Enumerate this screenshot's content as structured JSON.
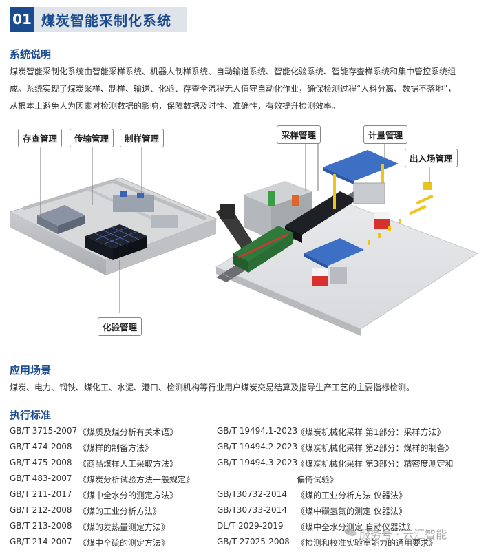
{
  "header": {
    "number": "01",
    "title": "煤炭智能采制化系统"
  },
  "sections": {
    "description": {
      "heading": "系统说明",
      "lines": [
        "煤炭智能采制化系统由智能采样系统、机器人制样系统、自动输送系统、智能化验系统、智能存查样系统和集中管控系统组",
        "成。系统实现了煤炭采样、制样、输送、化验、存查全流程无人值守自动化作业，确保检测过程“人料分离、数据不落地”，",
        "从根本上避免人为因素对检测数据的影响，保障数据及时性、准确性，有效提升检测效率。"
      ]
    },
    "application": {
      "heading": "应用场景",
      "text": "煤炭、电力、钢铁、煤化工、水泥、港口、检测机构等行业用户煤炭交易结算及指导生产工艺的主要指标检测。"
    },
    "standards": {
      "heading": "执行标准",
      "left": [
        {
          "code": "GB/T 3715-2007",
          "name": "《煤质及煤分析有关术语》"
        },
        {
          "code": "GB/T 474-2008",
          "name": "《煤样的制备方法》"
        },
        {
          "code": "GB/T 475-2008",
          "name": "《商品煤样人工采取方法》"
        },
        {
          "code": "GB/T 483-2007",
          "name": "《煤炭分析试验方法一般规定》"
        },
        {
          "code": "GB/T 211-2017",
          "name": "《煤中全水分的测定方法》"
        },
        {
          "code": "GB/T 212-2008",
          "name": "《煤的工业分析方法》"
        },
        {
          "code": "GB/T 213-2008",
          "name": "《煤的发热量测定方法》"
        },
        {
          "code": "GB/T 214-2007",
          "name": "《煤中全硫的测定方法》"
        }
      ],
      "right": [
        {
          "code": "GB/T 19494.1-2023",
          "name": "《煤炭机械化采样 第1部分：采样方法》"
        },
        {
          "code": "GB/T 19494.2-2023",
          "name": "《煤炭机械化采样 第2部分：煤样的制备》"
        },
        {
          "code": "GB/T 19494.3-2023",
          "name": "《煤炭机械化采样 第3部分：精密度测定和"
        },
        {
          "code": "",
          "name": "偏倚试验》"
        },
        {
          "code": "GB/T30732-2014",
          "name": "《煤的工业分析方法 仪器法》"
        },
        {
          "code": "GB/T30733-2014",
          "name": "《煤中碳氢氮的测定 仪器法》"
        },
        {
          "code": "DL/T 2029-2019",
          "name": "《煤中全水分测定 自动仪器法》"
        },
        {
          "code": "GB/T 27025-2008",
          "name": "《检测和校准实验室能力的通用要求》"
        }
      ]
    }
  },
  "diagram_labels": {
    "storage": "存查管理",
    "transport": "传输管理",
    "prep": "制样管理",
    "lab": "化验管理",
    "sampling": "采样管理",
    "weighing": "计量管理",
    "gate": "出入场管理"
  },
  "watermark": "服务号 · 云汇智能",
  "colors": {
    "brand_blue": "#1a4a8f",
    "title_bg": "#dfe4ea",
    "roof_blue": "#3d6fc4",
    "train_green": "#2f7a3a"
  }
}
